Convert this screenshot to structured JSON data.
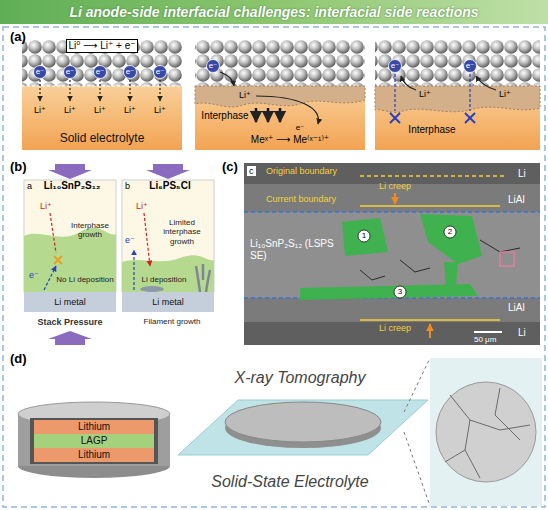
{
  "diagram": {
    "title": "Li anode-side interfacial challenges: interfacial side reactions",
    "nodes": [
      {
        "text": [
          "Solid electrolyte"
        ]
      },
      {
        "text": [
          "Li metal"
        ]
      },
      {
        "text": [
          "Li metal"
        ]
      },
      {
        "text": [
          "Lithium"
        ]
      },
      {
        "text": [
          "LAGP"
        ]
      },
      {
        "text": [
          "Lithium"
        ]
      }
    ],
    "labels": [
      "(a)",
      "Li⁰ ⟶ Li⁺ + e⁻",
      "e⁻",
      "e⁻",
      "e⁻",
      "e⁻",
      "e⁻",
      "Li⁺",
      "Li⁺",
      "Li⁺",
      "Li⁺",
      "Li⁺",
      "e⁻",
      "Li⁺",
      "Interphase",
      "e⁻",
      "Meˣ⁺ ⟶ Me⁽ˣ⁻¹⁾⁺",
      "e⁻",
      "e⁻",
      "Li⁺",
      "Li⁺",
      "Interphase",
      "(b)",
      "a",
      "Li₁₀SnP₂S₁₂",
      "Li⁺",
      "Interphase growth",
      "e⁻",
      "No Li deposition",
      "Stack Pressure",
      "b",
      "Li₆PS₅Cl",
      "Li⁺",
      "Limited interphase growth",
      "e⁻",
      "Li deposition",
      "Filament growth",
      "(c)",
      "c",
      "Original boundary",
      "Li creep",
      "Current boundary",
      "Li",
      "LiAl",
      "Li₁₀SnP₂S₁₂ (LSPS SE)",
      "LiAl",
      "Li",
      "Li creep",
      "50 μm",
      "1",
      "2",
      "3",
      "(d)",
      "X-ray Tomography",
      "Solid-State Electrolyte"
    ]
  }
}
